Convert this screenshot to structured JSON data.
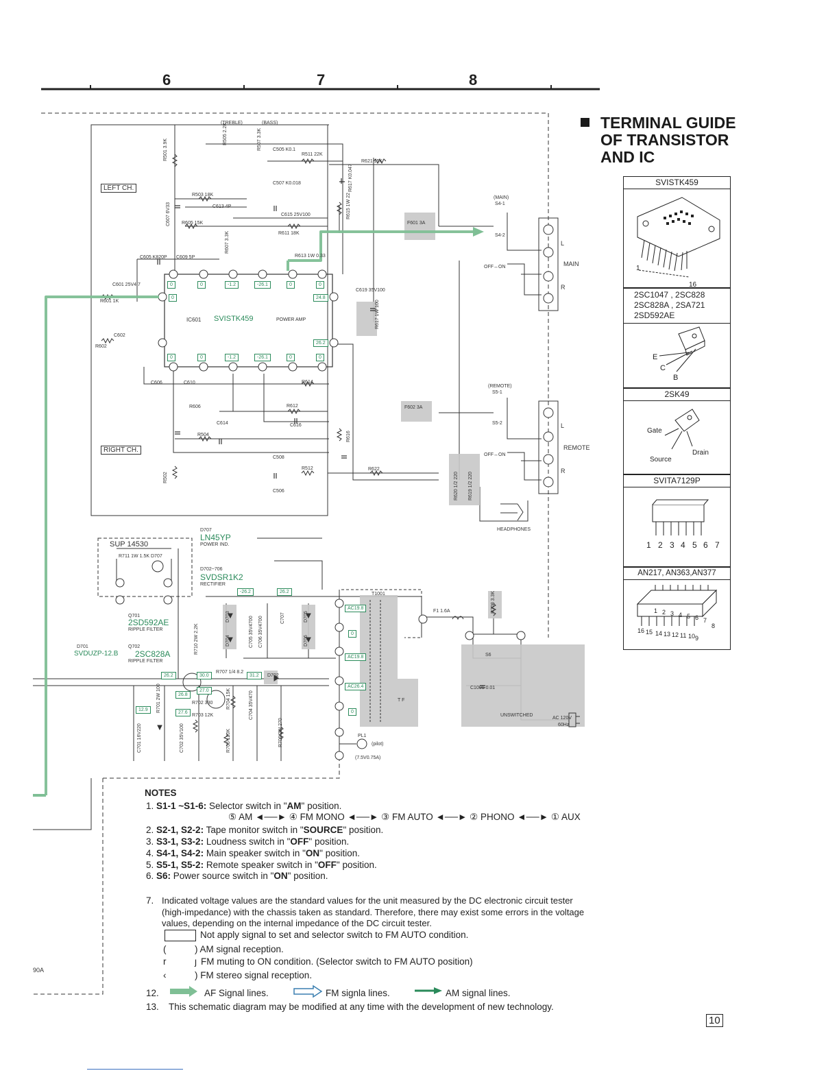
{
  "ruler": {
    "columns": [
      "6",
      "7",
      "8"
    ]
  },
  "schematic": {
    "channels": {
      "left": "LEFT CH.",
      "right": "RIGHT CH."
    },
    "ic": {
      "ref": "IC601",
      "name": "SVISTK459",
      "desc": "POWER AMP"
    },
    "ic_pin_voltages_top": [
      "0",
      "0",
      "-1.2",
      "-26.1",
      "0",
      "0"
    ],
    "ic_pin_voltages_bottom": [
      "0",
      "0",
      "-1.2",
      "-26.1",
      "0",
      "0"
    ],
    "ic_side_voltages": {
      "pin8": "24.8",
      "pin9": "26.2",
      "pin1": "0"
    },
    "tone": {
      "treble": "(TREBLE)",
      "bass": "(BASS)"
    },
    "components": {
      "r501": "R501 3.9K",
      "r502": "R502",
      "r503": "R503 18K",
      "r504": "R504",
      "r505": "R505 2.2K",
      "r507": "R507 3.3K",
      "r511": "R511 22K",
      "r621": "R621 15K",
      "r622": "R622",
      "r605": "R605 15K",
      "r606": "R606",
      "r607": "R607 3.3K",
      "r611": "R611 18K",
      "r613": "R613 1W 0.33",
      "c505": "C505 K0.1",
      "c507": "C507 K0.018",
      "c613": "C613 4P",
      "c615": "C615 25V100",
      "c605": "C605 K820P",
      "c609": "C609 5P",
      "c619": "C619 35V100",
      "c606": "C606",
      "c610": "C610",
      "c614": "C614",
      "c616": "C616",
      "c508": "C508",
      "c506": "C506",
      "c607": "C607 6V33",
      "c601": "C601 25V4.7",
      "r601": "R601 1K",
      "c602": "C602",
      "r602": "R602",
      "r614": "R614",
      "r612": "R612",
      "r616": "R616",
      "r615": "R615 1W 22",
      "r617": "R617 K0.047",
      "r619": "R619 1/2 220",
      "r620": "R620 1/2 220",
      "r617b": "R617 1W 100",
      "r512": "R512"
    },
    "fuses": {
      "f601": "F601 3A",
      "f602": "F602 3A",
      "f1": "F1 1.6A"
    },
    "switches": {
      "main": "(MAIN)",
      "s4_1": "S4-1",
      "s4_2": "S4-2",
      "off_on": "OFF↔ON",
      "remote": "(REMOTE)",
      "s5_1": "S5-1",
      "s5_2": "S5-2",
      "off_on2": "OFF↔ON",
      "s6": "S6"
    },
    "terminals": {
      "main": "MAIN",
      "remote": "REMOTE",
      "l": "L",
      "r": "R",
      "headphones": "HEADPHONES"
    },
    "power": {
      "sup": "SUP 14530",
      "r711": "R711 1W 1.5K",
      "d707a": "D707",
      "d707": "D707",
      "ln45yp": "LN45YP",
      "power_ind": "POWER IND.",
      "d702_706": "D702~706",
      "svdsr1k2": "SVDSR1K2",
      "rectifier": "RECTIFIER",
      "q701": "Q701",
      "q701_part": "2SD592AE",
      "ripple1": "RIPPLE FILTER",
      "q702": "Q702",
      "q702_part": "2SC828A",
      "ripple2": "RIPPLE FILTER",
      "d701": "D701",
      "d701_part": "SVDUZP-12.B",
      "t1001": "T1001",
      "c1001": "C1001 0.01",
      "unswitched": "UNSWITCHED",
      "ac": "AC 120V",
      "hz": "60Hz",
      "pl1": "PL1",
      "pilot": "(pilot)",
      "pilot_spec": "(7.5V0.75A)",
      "tf": "T F",
      "r708": "R708 3.3K",
      "r710": "R710 2W 2.2K",
      "r707": "R707 1/4 8.2",
      "r702": "R702 330",
      "r703": "R703 12K",
      "r704": "R704 15K",
      "r705": "R705 120K",
      "r706": "R706 2W 270",
      "r701": "R701 2W 100",
      "c701": "C701 16V220",
      "c702": "C702 35V100",
      "c704": "C704 35V470",
      "c705": "C705 35V4700",
      "c706": "C706 35V4700",
      "d703": "D703",
      "d704": "D704",
      "d705": "D705",
      "d706": "D706",
      "d702": "D702",
      "c707": "C707"
    },
    "power_voltages": [
      "-26.2",
      "26.2",
      "26.2",
      "30.0",
      "27.0",
      "26.8",
      "27.6",
      "12.9",
      "31.2"
    ],
    "transformer_taps": {
      "ac19_8a": "AC19.8",
      "ac19_8b": "AC19.8",
      "ac26_4": "AC26.4",
      "zero_a": "0",
      "zero_b": "0"
    },
    "side_label": "90A"
  },
  "terminal_guide": {
    "title_lines": [
      "TERMINAL GUIDE",
      "OF TRANSISTOR",
      "AND IC"
    ],
    "boxes": [
      {
        "label": "SVISTK459",
        "pins": [
          "1",
          "16"
        ]
      },
      {
        "label": "2SC1047 , 2SC828 2SC828A , 2SA721 2SD592AE",
        "pins": [
          "E",
          "C",
          "B"
        ]
      },
      {
        "label": "2SK49",
        "pins": [
          "Gate",
          "Drain",
          "Source"
        ]
      },
      {
        "label": "SVITA7129P",
        "pins": [
          "1",
          "2",
          "3",
          "4",
          "5",
          "6",
          "7"
        ]
      },
      {
        "label": "AN217, AN363,AN377",
        "pins": [
          "16",
          "15",
          "14",
          "13",
          "12",
          "11",
          "10",
          "9",
          "1",
          "2",
          "3",
          "4",
          "5",
          "6",
          "7",
          "8"
        ]
      }
    ]
  },
  "notes": {
    "title": "NOTES",
    "n1_num": "1.",
    "n1_key": "S1-1 ~S1-6:",
    "n1_text": " Selector switch in \"",
    "n1_bold": "AM",
    "n1_end": "\" position.",
    "n1_seq": "⑤ AM ◄──► ④ FM MONO ◄──► ③ FM AUTO ◄──► ② PHONO ◄──► ① AUX",
    "n2_num": "2.",
    "n2_key": "S2-1, S2-2:",
    "n2_text": " Tape monitor switch in \"",
    "n2_bold": "SOURCE",
    "n2_end": "\" position.",
    "n3_num": "3.",
    "n3_key": "S3-1, S3-2:",
    "n3_text": " Loudness switch in \"",
    "n3_bold": "OFF",
    "n3_end": "\" position.",
    "n4_num": "4.",
    "n4_key": "S4-1, S4-2:",
    "n4_text": " Main speaker switch in \"",
    "n4_bold": "ON",
    "n4_end": "\" position.",
    "n5_num": "5.",
    "n5_key": "S5-1, S5-2:",
    "n5_text": " Remote speaker switch in \"",
    "n5_bold": "OFF",
    "n5_end": "\" position.",
    "n6_num": "6.",
    "n6_key": "S6:",
    "n6_text": " Power source switch in \"",
    "n6_bold": "ON",
    "n6_end": "\" position.",
    "n7_num": "7.",
    "n7_l1": "Indicated voltage values are the standard values for the unit measured by the DC electronic circuit tester",
    "n7_l2": "(high-impedance) with the chassis taken as standard. Therefore, there may exist some errors in the voltage",
    "n7_l3": "values, depending on the internal impedance of the DC circuit tester.",
    "n7_box": "Not apply signal to set and selector switch to FM AUTO condition.",
    "n7_paren": ") AM signal reception.",
    "n7_bracket": "FM muting to ON condition. (Selector switch to FM AUTO position)",
    "n7_angle": ") FM stereo signal reception.",
    "n12_num": "12.",
    "n12_af": "AF Signal lines.",
    "n12_fm": "FM signla lines.",
    "n12_am": "AM signal lines.",
    "n13_num": "13.",
    "n13_text": "This schematic diagram may be modified at any time with the development of new technology."
  },
  "page_number": "10",
  "colors": {
    "af_line": "#7fbf95",
    "ink": "#222222",
    "shade": "#c8c8c8",
    "green_label": "#2a8a5a"
  }
}
